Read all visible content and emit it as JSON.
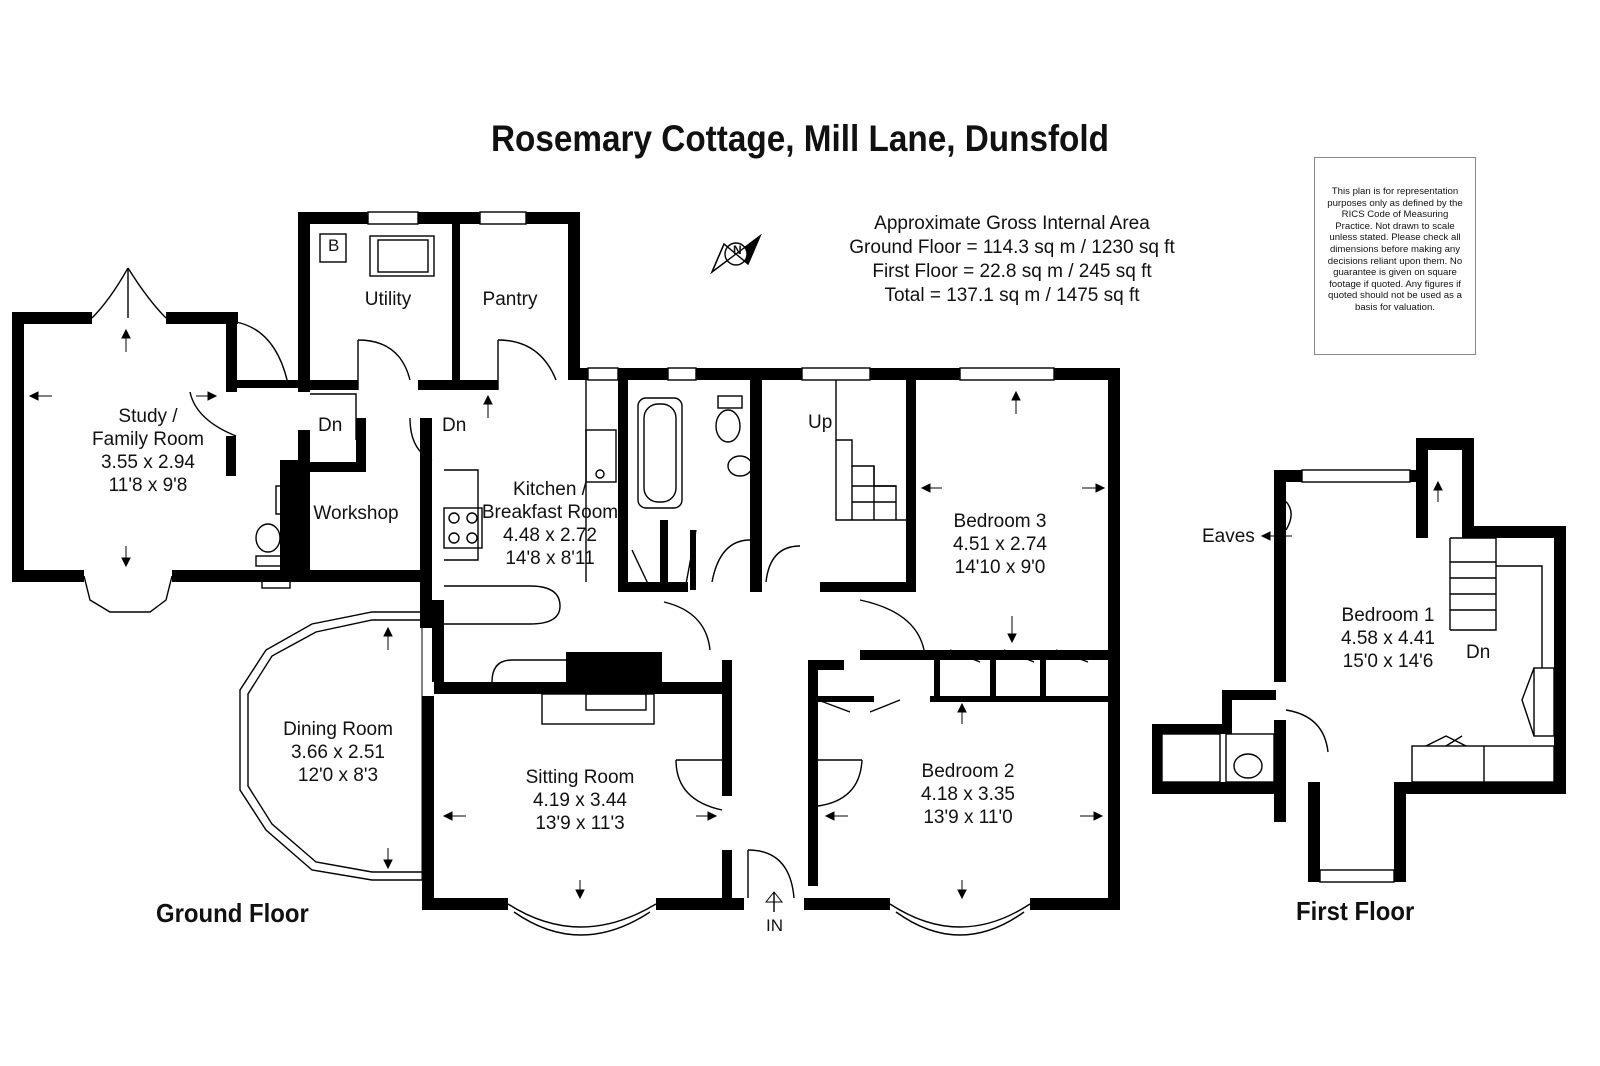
{
  "title": "Rosemary Cottage, Mill Lane, Dunsfold",
  "area": {
    "heading": "Approximate Gross Internal Area",
    "ground": "Ground Floor = 114.3 sq m / 1230 sq ft",
    "first": "First Floor = 22.8 sq m / 245 sq ft",
    "total": "Total = 137.1 sq m / 1475 sq ft"
  },
  "disclaimer": "This plan is for representation purposes only as defined by the RICS Code of Measuring Practice. Not drawn to scale unless stated. Please check all dimensions before making any decisions reliant upon them. No guarantee is given on square footage if quoted. Any figures if quoted should not be used as a basis for valuation.",
  "compass": {
    "letter": "N"
  },
  "floors": {
    "ground": "Ground Floor",
    "first": "First Floor"
  },
  "rooms": {
    "study": {
      "name": "Study /",
      "name2": "Family Room",
      "metric": "3.55 x 2.94",
      "imperial": "11'8 x 9'8"
    },
    "utility": {
      "name": "Utility"
    },
    "pantry": {
      "name": "Pantry"
    },
    "workshop": {
      "name": "Workshop"
    },
    "kitchen": {
      "name": "Kitchen /",
      "name2": "Breakfast Room",
      "metric": "4.48 x 2.72",
      "imperial": "14'8 x 8'11"
    },
    "bedroom3": {
      "name": "Bedroom 3",
      "metric": "4.51 x 2.74",
      "imperial": "14'10 x 9'0"
    },
    "dining": {
      "name": "Dining Room",
      "metric": "3.66 x 2.51",
      "imperial": "12'0 x 8'3"
    },
    "sitting": {
      "name": "Sitting Room",
      "metric": "4.19 x 3.44",
      "imperial": "13'9 x 11'3"
    },
    "bedroom2": {
      "name": "Bedroom 2",
      "metric": "4.18 x 3.35",
      "imperial": "13'9 x 11'0"
    },
    "bedroom1": {
      "name": "Bedroom 1",
      "metric": "4.58 x 4.41",
      "imperial": "15'0 x 14'6"
    }
  },
  "labels": {
    "boiler": "B",
    "dn1": "Dn",
    "dn2": "Dn",
    "up": "Up",
    "in": "IN",
    "eaves": "Eaves",
    "dn_first": "Dn"
  }
}
